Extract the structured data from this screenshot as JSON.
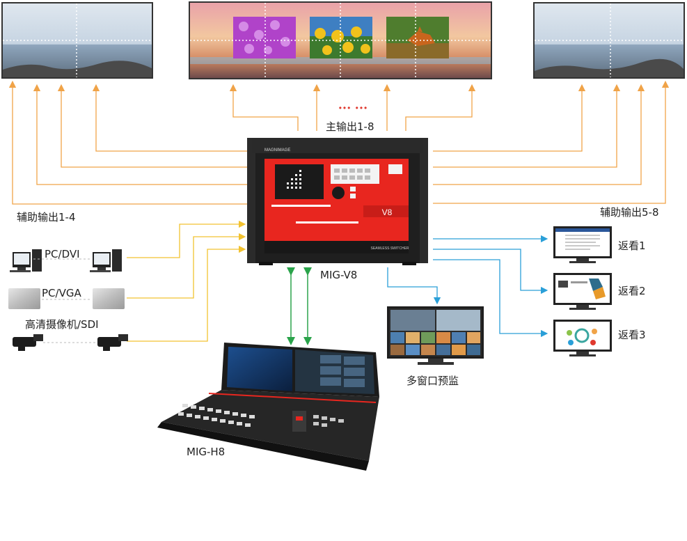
{
  "labels": {
    "main_output": "主输出1-8",
    "aux_output_left": "辅助输出1-4",
    "aux_output_right": "辅助输出5-8",
    "device_v8": "MIG-V8",
    "device_h8": "MIG-H8",
    "input_pcdvi": "PC/DVI",
    "input_pcvga": "PC/VGA",
    "input_sdi": "高清摄像机/SDI",
    "return_1": "返看1",
    "return_2": "返看2",
    "return_3": "返看3",
    "multiview": "多窗口预监",
    "dots": "••• •••"
  },
  "device": {
    "brand": "MAGNIMAGE",
    "model_badge": "V8",
    "panel_text": "SEAMLESS SWITCHER"
  },
  "colors": {
    "output_line": "#f0a348",
    "input_line": "#f2c230",
    "return_line": "#2a9fd8",
    "control_line": "#2aa34a",
    "device_red": "#e8261f"
  }
}
